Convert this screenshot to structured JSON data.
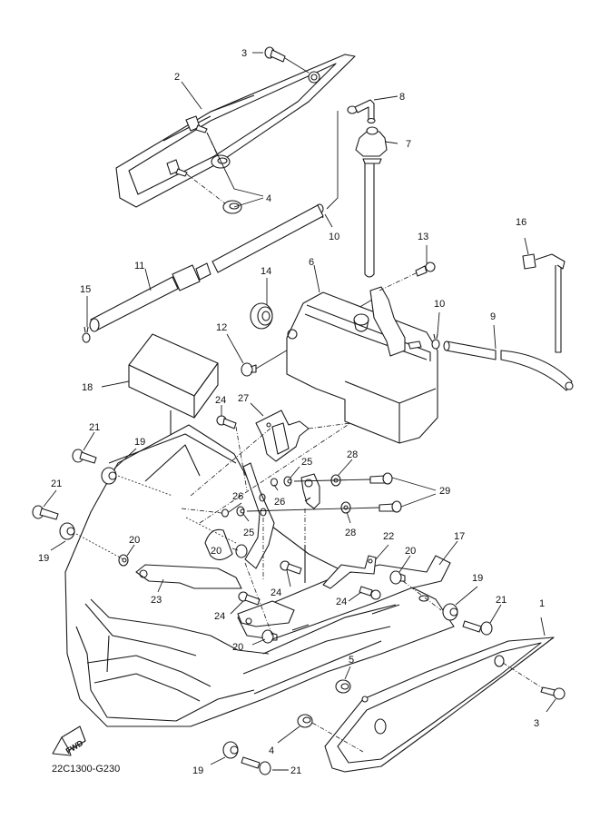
{
  "diagram": {
    "code": "22C1300-G230",
    "fwd_label": "FWD",
    "ink_color": "#1a1a1a",
    "background": "#ffffff",
    "callouts": [
      {
        "id": "c1",
        "label": "1",
        "part": "side-cover-right"
      },
      {
        "id": "c2",
        "label": "2",
        "part": "side-cover-left"
      },
      {
        "id": "c3a",
        "label": "3",
        "part": "screw-top"
      },
      {
        "id": "c3b",
        "label": "3",
        "part": "screw-bottom-right"
      },
      {
        "id": "c4a",
        "label": "4",
        "part": "grommet-upper"
      },
      {
        "id": "c4b",
        "label": "4",
        "part": "grommet-lower"
      },
      {
        "id": "c5",
        "label": "5",
        "part": "grommet"
      },
      {
        "id": "c6",
        "label": "6",
        "part": "reservoir-tank"
      },
      {
        "id": "c7",
        "label": "7",
        "part": "tank-cap"
      },
      {
        "id": "c8",
        "label": "8",
        "part": "elbow-hose"
      },
      {
        "id": "c9",
        "label": "9",
        "part": "hose"
      },
      {
        "id": "c10a",
        "label": "10",
        "part": "clip-upper"
      },
      {
        "id": "c10b",
        "label": "10",
        "part": "clip-right"
      },
      {
        "id": "c11",
        "label": "11",
        "part": "breather-hose"
      },
      {
        "id": "c12",
        "label": "12",
        "part": "collar"
      },
      {
        "id": "c13",
        "label": "13",
        "part": "bolt"
      },
      {
        "id": "c14",
        "label": "14",
        "part": "grommet-large"
      },
      {
        "id": "c15",
        "label": "15",
        "part": "clip-left"
      },
      {
        "id": "c16",
        "label": "16",
        "part": "holder"
      },
      {
        "id": "c17",
        "label": "17",
        "part": "bracket-long"
      },
      {
        "id": "c18",
        "label": "18",
        "part": "damper-block"
      },
      {
        "id": "c19a",
        "label": "19",
        "part": "damper-upper"
      },
      {
        "id": "c19b",
        "label": "19",
        "part": "damper-left"
      },
      {
        "id": "c19c",
        "label": "19",
        "part": "damper-right"
      },
      {
        "id": "c19d",
        "label": "19",
        "part": "damper-bottom"
      },
      {
        "id": "c20a",
        "label": "20",
        "part": "collar-left"
      },
      {
        "id": "c20b",
        "label": "20",
        "part": "collar-center"
      },
      {
        "id": "c20c",
        "label": "20",
        "part": "collar-right"
      },
      {
        "id": "c20d",
        "label": "20",
        "part": "collar-lower"
      },
      {
        "id": "c21a",
        "label": "21",
        "part": "screw-upper"
      },
      {
        "id": "c21b",
        "label": "21",
        "part": "screw-left"
      },
      {
        "id": "c21c",
        "label": "21",
        "part": "screw-right"
      },
      {
        "id": "c21d",
        "label": "21",
        "part": "screw-bottom"
      },
      {
        "id": "c22",
        "label": "22",
        "part": "bracket-small"
      },
      {
        "id": "c23",
        "label": "23",
        "part": "stay"
      },
      {
        "id": "c24a",
        "label": "24",
        "part": "bolt-top"
      },
      {
        "id": "c24b",
        "label": "24",
        "part": "bolt-mid"
      },
      {
        "id": "c24c",
        "label": "24",
        "part": "bolt-left"
      },
      {
        "id": "c24d",
        "label": "24",
        "part": "bolt-right"
      },
      {
        "id": "c25a",
        "label": "25",
        "part": "collar-upper"
      },
      {
        "id": "c25b",
        "label": "25",
        "part": "collar-lower"
      },
      {
        "id": "c26a",
        "label": "26",
        "part": "nut-upper"
      },
      {
        "id": "c26b",
        "label": "26",
        "part": "nut-lower"
      },
      {
        "id": "c27",
        "label": "27",
        "part": "bracket-plate"
      },
      {
        "id": "c28a",
        "label": "28",
        "part": "washer-upper"
      },
      {
        "id": "c28b",
        "label": "28",
        "part": "washer-lower"
      },
      {
        "id": "c29",
        "label": "29",
        "part": "bolt-pair"
      }
    ]
  }
}
